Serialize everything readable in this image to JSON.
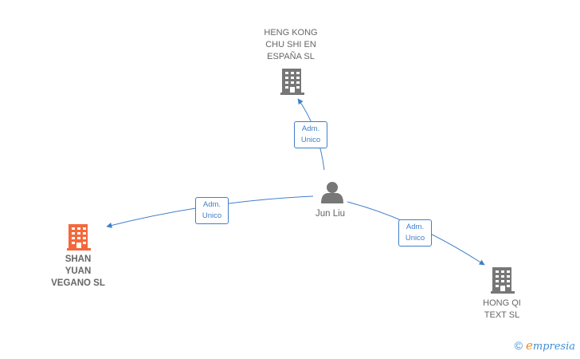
{
  "diagram": {
    "person": {
      "name": "Jun Liu"
    },
    "companies": [
      {
        "id": "heng-kong",
        "lines": [
          "HENG KONG",
          "CHU SHI EN",
          "ESPAÑA  SL"
        ],
        "highlight": false
      },
      {
        "id": "shan-yuan",
        "lines": [
          "SHAN",
          "YUAN",
          "VEGANO  SL"
        ],
        "highlight": true
      },
      {
        "id": "hong-qi",
        "lines": [
          "HONG QI",
          "TEXT  SL"
        ],
        "highlight": false
      }
    ],
    "relations": [
      {
        "target": "heng-kong",
        "lines": [
          "Adm.",
          "Unico"
        ]
      },
      {
        "target": "shan-yuan",
        "lines": [
          "Adm.",
          "Unico"
        ]
      },
      {
        "target": "hong-qi",
        "lines": [
          "Adm.",
          "Unico"
        ]
      }
    ]
  },
  "colors": {
    "edge": "#3f7fca",
    "building_default": "#777777",
    "building_highlight": "#f4683c",
    "person_icon": "#777777"
  },
  "footer": {
    "copyright_symbol": "©",
    "brand_initial": "e",
    "brand_rest": "mpresia"
  }
}
